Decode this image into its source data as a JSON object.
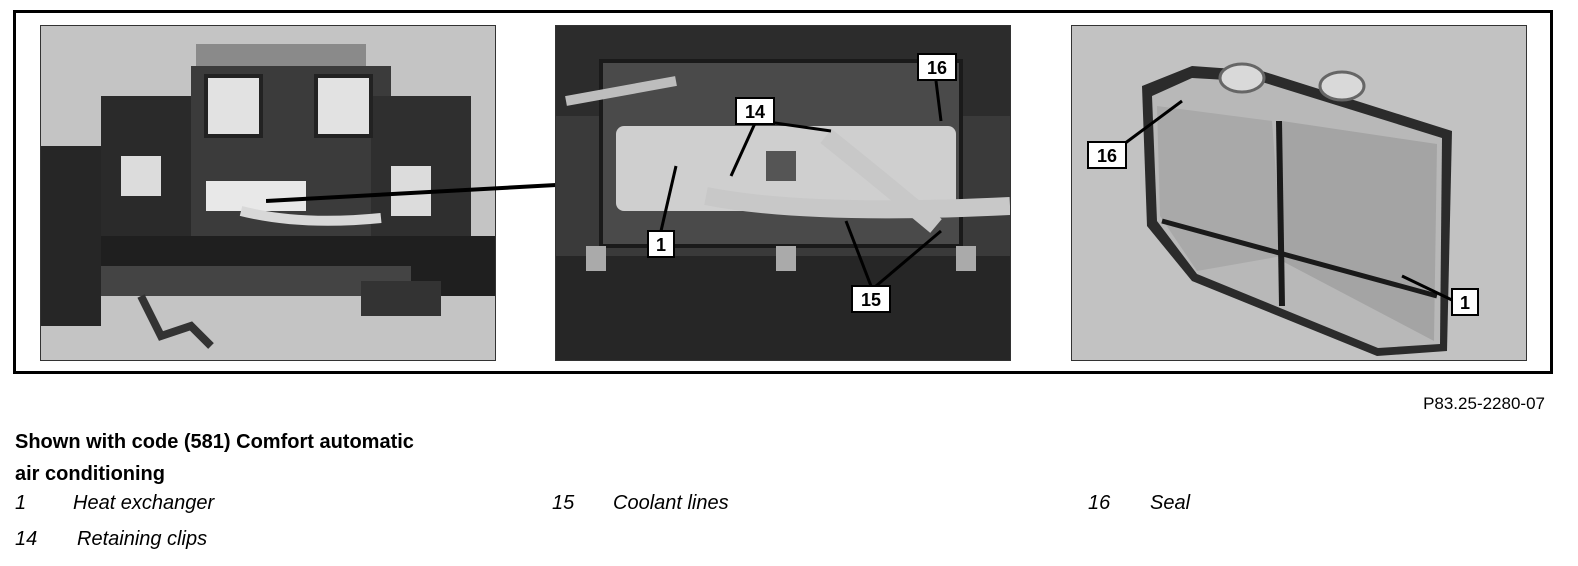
{
  "figure": {
    "id": "P83.25-2280-07",
    "photos": [
      {
        "name": "overview-photo",
        "callouts": []
      },
      {
        "name": "detail-photo",
        "callouts": [
          "14",
          "16",
          "1",
          "15"
        ]
      },
      {
        "name": "heat-exchanger-photo",
        "callouts": [
          "16",
          "1"
        ]
      }
    ]
  },
  "caption": {
    "title": "Shown with code (581) Comfort automatic air conditioning"
  },
  "legend": [
    {
      "number": "1",
      "label": "Heat exchanger"
    },
    {
      "number": "15",
      "label": "Coolant lines"
    },
    {
      "number": "16",
      "label": "Seal"
    },
    {
      "number": "14",
      "label": "Retaining clips"
    }
  ]
}
